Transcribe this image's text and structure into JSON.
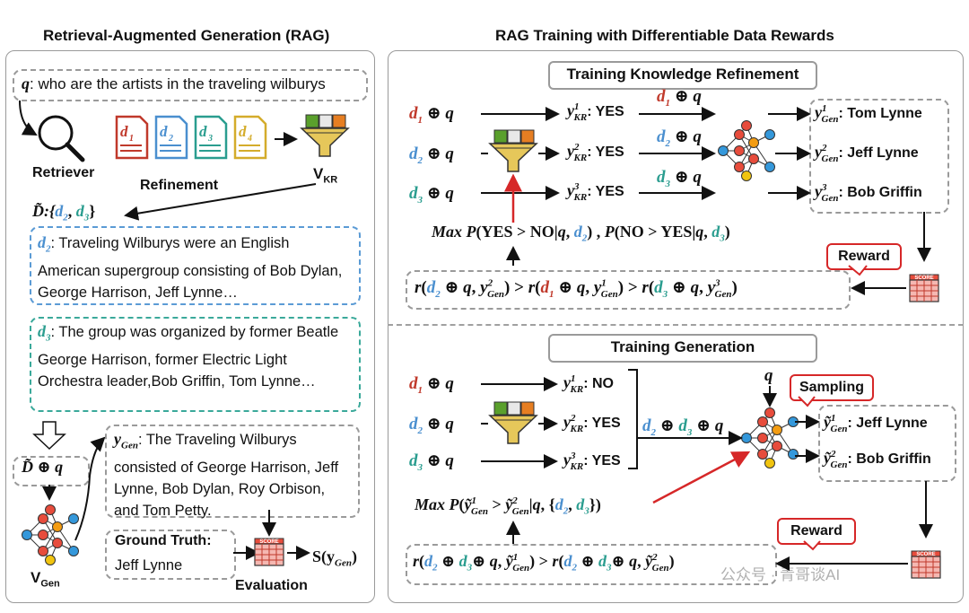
{
  "left": {
    "title": "Retrieval-Augmented Generation (RAG)",
    "query_label": "q",
    "query_text": ": who are the artists in the traveling wilburys",
    "retriever_label": "Retriever",
    "refinement_label": "Refinement",
    "vkr_label": "V",
    "vkr_sub": "KR",
    "dset_label": "D̃:{",
    "dset_items": [
      "d2",
      "d3"
    ],
    "doc2_label": "d",
    "doc2_sub": "2",
    "doc2_text": ": Traveling Wilburys were an English American supergroup consisting of Bob Dylan, George Harrison, Jeff Lynne…",
    "doc3_label": "d",
    "doc3_sub": "3",
    "doc3_text": ": The group was organized by former Beatle George Harrison, former Electric Light Orchestra leader,Bob Griffin, Tom Lynne…",
    "concat_label": "D̃ ⊕ q",
    "ygen_label": "y",
    "ygen_sub": "Gen",
    "ygen_text": ": The Traveling Wilburys consisted of George Harrison, Jeff Lynne, Bob Dylan, Roy Orbison, and Tom Petty.",
    "gt_title": "Ground Truth:",
    "gt_value": "Jeff Lynne",
    "vgen_label": "V",
    "vgen_sub": "Gen",
    "eval_label": "Evaluation",
    "score_label": "S(y",
    "score_sub": "Gen",
    "score_close": ")",
    "score_icon_text": "SCORE",
    "doc_icons": [
      "d1",
      "d2",
      "d3",
      "d4"
    ]
  },
  "right": {
    "title": "RAG Training with Differentiable Data Rewards",
    "top_section": "Training Knowledge Refinement",
    "bottom_section": "Training Generation",
    "top_inputs": [
      "d1 ⊕ q",
      "d2 ⊕ q",
      "d3 ⊕ q"
    ],
    "top_kr": [
      "y¹KR: YES",
      "y²KR: YES",
      "y³KR: YES"
    ],
    "top_passed": [
      "d1 ⊕ q",
      "d2 ⊕ q",
      "d3 ⊕ q"
    ],
    "top_gen": [
      "Tom Lynne",
      "Jeff Lynne",
      "Bob Griffin"
    ],
    "top_max": "Max P(YES > NO|q, d2) , P(NO > YES|q, d3)",
    "top_reward_eq": "r(d2 ⊕ q, y²Gen) > r(d1 ⊕ q, y¹Gen) > r(d3 ⊕ q, y³Gen)",
    "reward_label": "Reward",
    "bottom_inputs": [
      "d1 ⊕ q",
      "d2 ⊕ q",
      "d3 ⊕ q"
    ],
    "bottom_kr": [
      "NO",
      "YES",
      "YES"
    ],
    "bottom_concat": "d2 ⊕ d3 ⊕ q",
    "q_label": "q",
    "sampling_label": "Sampling",
    "bottom_gen": [
      "Jeff Lynne",
      "Bob Griffin"
    ],
    "bottom_max": "Max P(ỹ¹Gen > ỹ²Gen|q, {d2, d3})",
    "bottom_reward_eq": "r(d2 ⊕ d3 ⊕ q, ỹ¹Gen) > r(d2 ⊕ d3 ⊕ q, ỹ²Gen)",
    "watermark": "公众号 · 青哥谈AI"
  },
  "colors": {
    "red": "#c0392b",
    "blue": "#4a8fcf",
    "teal": "#2a9d8f",
    "gold": "#e0b93a",
    "node_red": "#e74c3c",
    "node_orange": "#f39c12",
    "node_blue": "#3498db"
  }
}
